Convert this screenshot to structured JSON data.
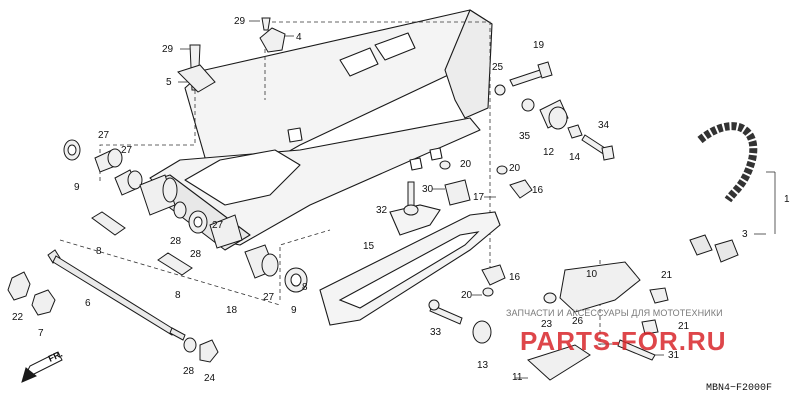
{
  "diagram": {
    "part_numbers": [
      "1",
      "3",
      "4",
      "5",
      "6",
      "7",
      "8",
      "8",
      "8",
      "9",
      "9",
      "10",
      "11",
      "12",
      "13",
      "14",
      "15",
      "16",
      "16",
      "17",
      "18",
      "19",
      "20",
      "20",
      "20",
      "21",
      "21",
      "22",
      "23",
      "24",
      "25",
      "26",
      "27",
      "27",
      "27",
      "27",
      "28",
      "28",
      "28",
      "29",
      "29",
      "30",
      "31",
      "32",
      "33",
      "34",
      "35"
    ],
    "watermark_text": "ЗАПЧАСТИ И АКСЕССУАРЫ ДЛЯ МОТОТЕХНИКИ",
    "watermark_logo": "PARTS-FOR.RU",
    "direction_label": "FR.",
    "diagram_code": "MBN4−F2000F",
    "colors": {
      "line": "#1a1a1a",
      "part_fill": "#f2f2f2",
      "watermark_red": "#d8262a",
      "watermark_gray": "#888888"
    }
  }
}
